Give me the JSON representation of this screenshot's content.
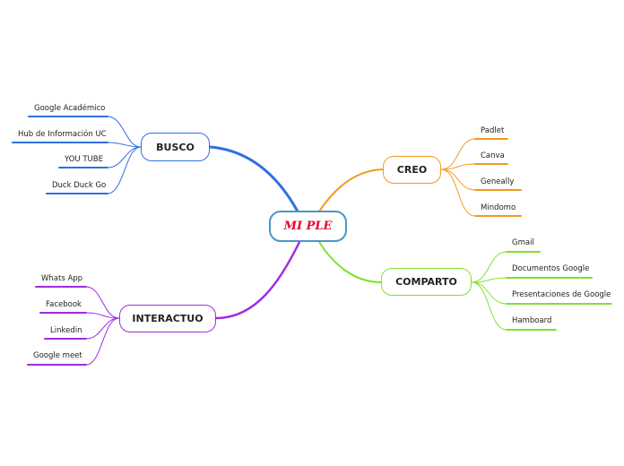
{
  "central": {
    "label": "MI PLE"
  },
  "branches": [
    {
      "label": "BUSCO",
      "color": "#2f6fe0",
      "children": [
        "Google Académico",
        "Hub de Información UC",
        "YOU TUBE",
        "Duck Duck Go"
      ]
    },
    {
      "label": "CREO",
      "color": "#f39a1c",
      "children": [
        "Padlet",
        "Canva",
        "Geneally",
        "Mindomo"
      ]
    },
    {
      "label": "COMPARTO",
      "color": "#7ee22e",
      "children": [
        "Gmail",
        "Documentos Google",
        "Presentaciones de Google",
        "Hamboard"
      ]
    },
    {
      "label": "INTERACTUO",
      "color": "#a12be0",
      "children": [
        "Whats App",
        "Facebook",
        "Linkedin",
        "Google meet"
      ]
    }
  ]
}
